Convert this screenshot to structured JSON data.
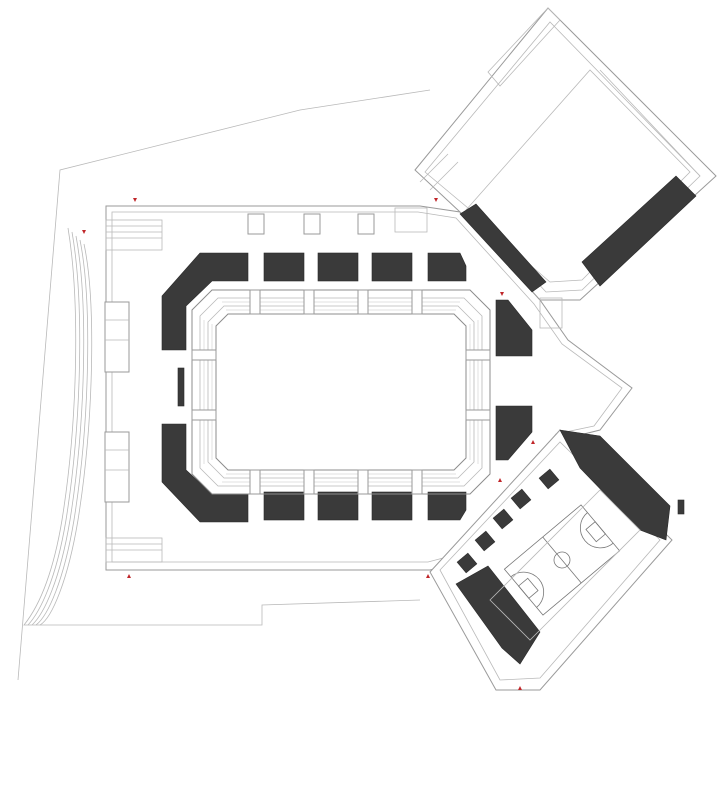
{
  "drawing": {
    "kind": "architectural floor plan",
    "colors": {
      "background": "#ffffff",
      "line": "#9a9a9a",
      "fill_dark": "#3a3a3a",
      "entrance_marker": "#c0262a"
    },
    "entrance_markers": 9,
    "dark_blocks_top_row": 5,
    "dark_blocks_bottom_row": 5
  }
}
